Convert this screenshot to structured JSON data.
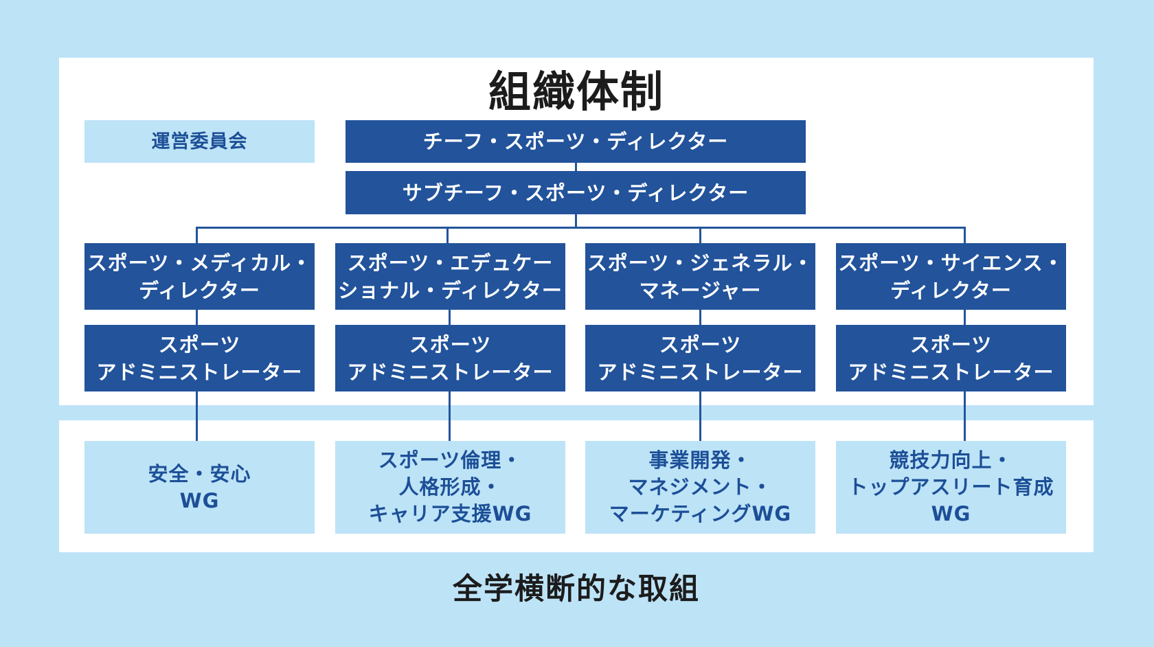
{
  "title": "組織体制",
  "committee": "運営委員会",
  "chief": "チーフ・スポーツ・ディレクター",
  "sub_chief": "サブチーフ・スポーツ・ディレクター",
  "directors": [
    "スポーツ・メディカル・\nディレクター",
    "スポーツ・エデュケー\nショナル・ディレクター",
    "スポーツ・ジェネラル・\nマネージャー",
    "スポーツ・サイエンス・\nディレクター"
  ],
  "administrators": [
    "スポーツ\nアドミニストレーター",
    "スポーツ\nアドミニストレーター",
    "スポーツ\nアドミニストレーター",
    "スポーツ\nアドミニストレーター"
  ],
  "working_groups": [
    "安全・安心\nWG",
    "スポーツ倫理・\n人格形成・\nキャリア支援WG",
    "事業開発・\nマネジメント・\nマーケティングWG",
    "競技力向上・\nトップアスリート育成\nWG"
  ],
  "footer": "全学横断的な取組",
  "colors": {
    "background": "#bde3f7",
    "panel": "#ffffff",
    "box_dark": "#22539b",
    "box_light_text": "#1d4f97"
  }
}
